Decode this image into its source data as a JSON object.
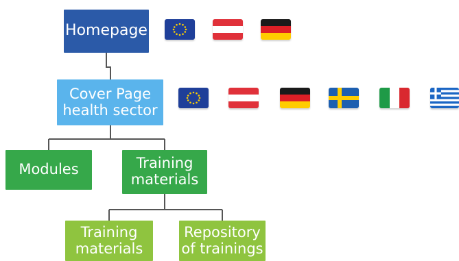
{
  "nodes": {
    "homepage": {
      "lines": [
        "Homepage"
      ]
    },
    "cover_page": {
      "lines": [
        "Cover Page",
        "health sector"
      ]
    },
    "modules": {
      "lines": [
        "Modules"
      ]
    },
    "training_materials_parent": {
      "lines": [
        "Training",
        "materials"
      ]
    },
    "training_materials_child": {
      "lines": [
        "Training",
        "materials"
      ]
    },
    "repository": {
      "lines": [
        "Repository",
        "of trainings"
      ]
    }
  },
  "colors": {
    "homepage": "#2b5aa8",
    "cover_page": "#5ab4ec",
    "level2": "#36a84a",
    "level3": "#8fc43f",
    "connector": "#555555"
  },
  "flags": {
    "homepage_row": [
      "eu-flag-icon",
      "austria-flag-icon",
      "germany-flag-icon"
    ],
    "cover_page_row": [
      "eu-flag-icon",
      "austria-flag-icon",
      "germany-flag-icon",
      "sweden-flag-icon",
      "italy-flag-icon",
      "greece-flag-icon"
    ]
  }
}
